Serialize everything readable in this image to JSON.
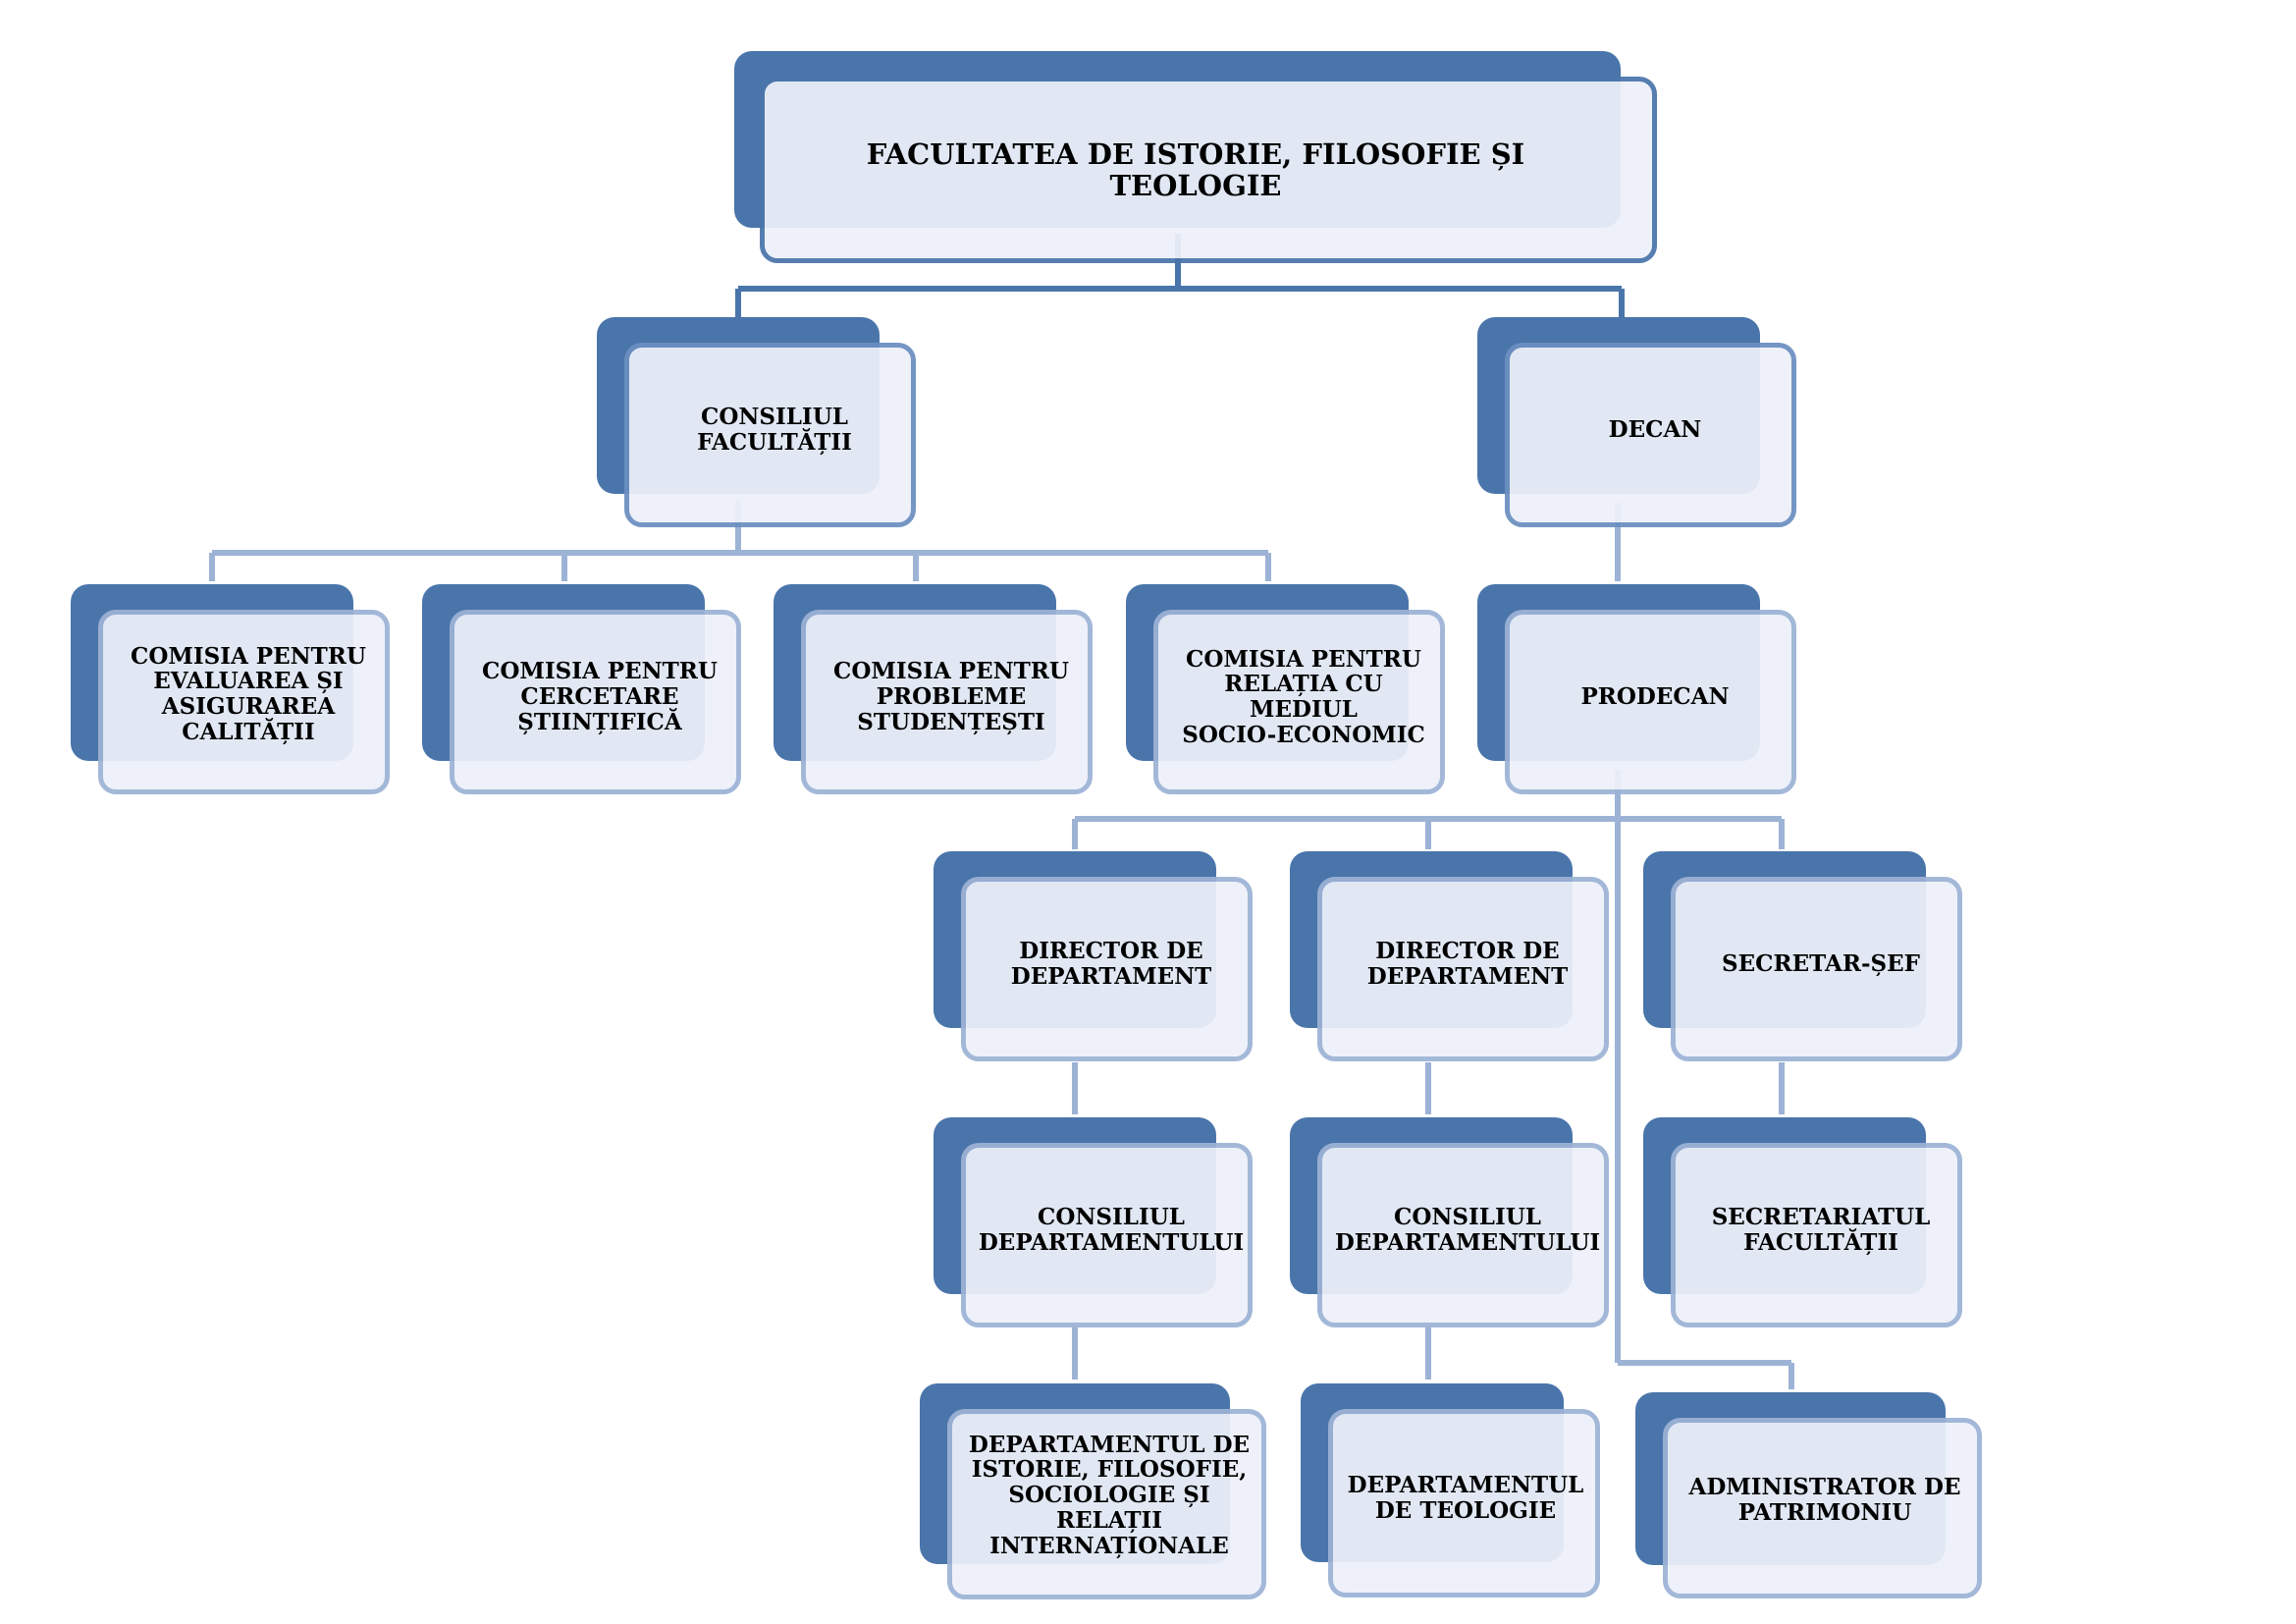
{
  "colors": {
    "back_box": "#4a75ab",
    "front_fill": "#edf1f9",
    "connector_top": "#4a75ab",
    "connector_mid": "#6b8fc0",
    "connector_low": "#9db3d6"
  },
  "nodes": {
    "faculty": "FACULTATEA DE ISTORIE, FILOSOFIE ȘI TEOLOGIE",
    "council": "CONSILIUL\nFACULTĂȚII",
    "dean": "DECAN",
    "com_quality": "COMISIA PENTRU\nEVALUAREA ȘI\nASIGURAREA\nCALITĂȚII",
    "com_research": "COMISIA PENTRU\nCERCETARE\nȘTIINȚIFICĂ",
    "com_students": "COMISIA PENTRU\nPROBLEME\nSTUDENȚEȘTI",
    "com_socio": "COMISIA PENTRU\nRELAȚIA CU MEDIUL\nSOCIO-ECONOMIC",
    "vice_dean": "PRODECAN",
    "director_1": "DIRECTOR DE\nDEPARTAMENT",
    "director_2": "DIRECTOR DE\nDEPARTAMENT",
    "chief_secretary": "SECRETAR-ȘEF",
    "dept_council_1": "CONSILIUL\nDEPARTAMENTULUI",
    "dept_council_2": "CONSILIUL\nDEPARTAMENTULUI",
    "secretariat": "SECRETARIATUL\nFACULTĂȚII",
    "dept_history": "DEPARTAMENTUL DE\nISTORIE, FILOSOFIE,\nSOCIOLOGIE ȘI RELAȚII\nINTERNAȚIONALE",
    "dept_theology": "DEPARTAMENTUL\nDE TEOLOGIE",
    "patrimony_admin": "ADMINISTRATOR DE\nPATRIMONIU"
  }
}
